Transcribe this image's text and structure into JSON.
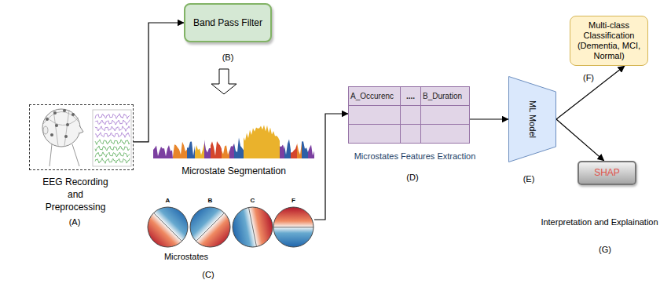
{
  "diagram": {
    "nodes": [
      {
        "text": [
          "EEG Recording and Preprocessing"
        ]
      },
      {
        "text": [
          "Band Pass Filter"
        ]
      },
      {
        "text": [
          "Microstate Segmentation"
        ]
      },
      {
        "text": [
          "A"
        ]
      },
      {
        "text": [
          "B"
        ]
      },
      {
        "text": [
          "C"
        ]
      },
      {
        "text": [
          "F"
        ]
      },
      {
        "text": [
          "A_Occurenc",
          "....",
          "B_Duration"
        ]
      },
      {
        "text": [
          "ML Model"
        ]
      },
      {
        "text": [
          "Multi-class Classification (Dementia, MCI, Normal)"
        ]
      },
      {
        "text": [
          "SHAP"
        ]
      }
    ],
    "edges": [
      {
        "from": 0,
        "to": 1,
        "arrow": "to"
      },
      {
        "from": 1,
        "to": 2,
        "arrow": "to"
      },
      {
        "from": 6,
        "to": 7,
        "arrow": "to"
      },
      {
        "from": 7,
        "to": 8,
        "arrow": "to"
      },
      {
        "from": 8,
        "to": 9,
        "arrow": "to"
      },
      {
        "from": 8,
        "to": 10,
        "arrow": "to"
      }
    ],
    "labels": [
      "(A)",
      "(B)",
      "Microstates",
      "(C)",
      "Microstates Features Extraction",
      "(D)",
      "(E)",
      "(F)",
      "Interpretation and Explaination",
      "(G)"
    ]
  }
}
